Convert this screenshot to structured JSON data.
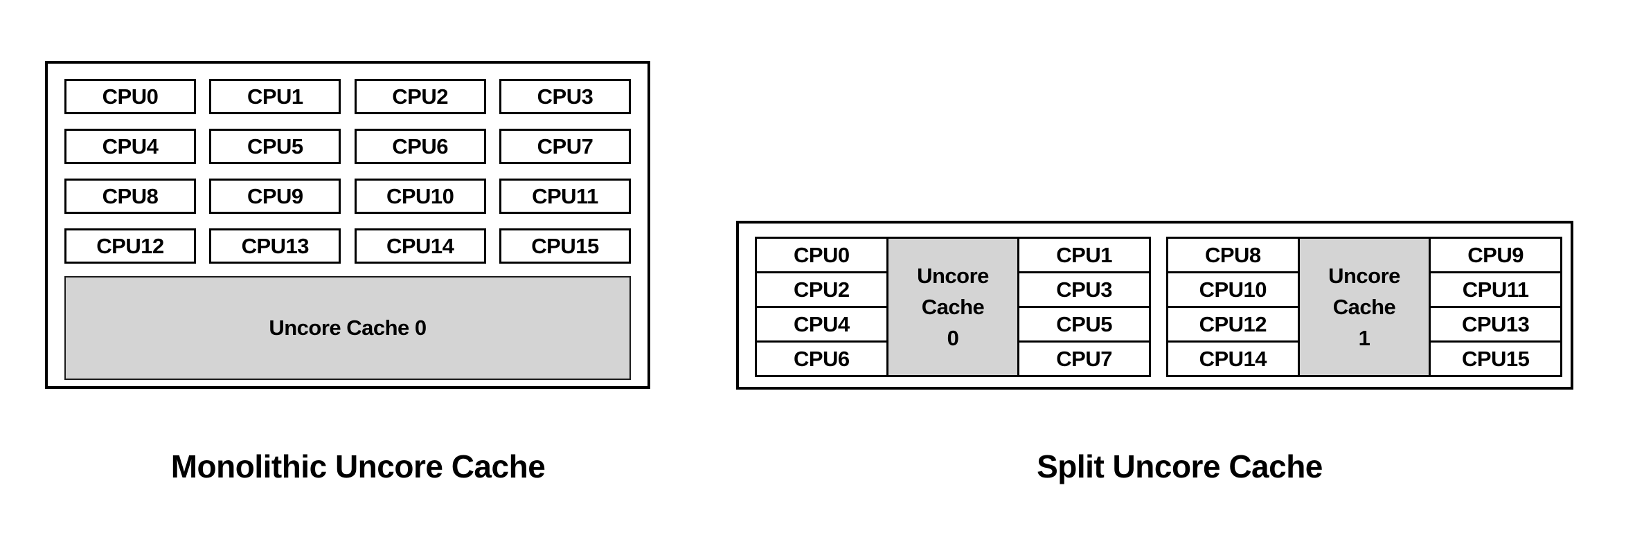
{
  "monolithic": {
    "title": "Monolithic Uncore Cache",
    "cpus": [
      "CPU0",
      "CPU1",
      "CPU2",
      "CPU3",
      "CPU4",
      "CPU5",
      "CPU6",
      "CPU7",
      "CPU8",
      "CPU9",
      "CPU10",
      "CPU11",
      "CPU12",
      "CPU13",
      "CPU14",
      "CPU15"
    ],
    "cache_label": "Uncore Cache 0"
  },
  "split": {
    "title": "Split Uncore Cache",
    "clusters": [
      {
        "left_cpus": [
          "CPU0",
          "CPU2",
          "CPU4",
          "CPU6"
        ],
        "cache_lines": [
          "Uncore",
          "Cache",
          "0"
        ],
        "right_cpus": [
          "CPU1",
          "CPU3",
          "CPU5",
          "CPU7"
        ]
      },
      {
        "left_cpus": [
          "CPU8",
          "CPU10",
          "CPU12",
          "CPU14"
        ],
        "cache_lines": [
          "Uncore",
          "Cache",
          "1"
        ],
        "right_cpus": [
          "CPU9",
          "CPU11",
          "CPU13",
          "CPU15"
        ]
      }
    ]
  },
  "colors": {
    "cache_fill": "#d4d4d4",
    "border": "#000000",
    "text": "#000000",
    "background": "#ffffff"
  }
}
